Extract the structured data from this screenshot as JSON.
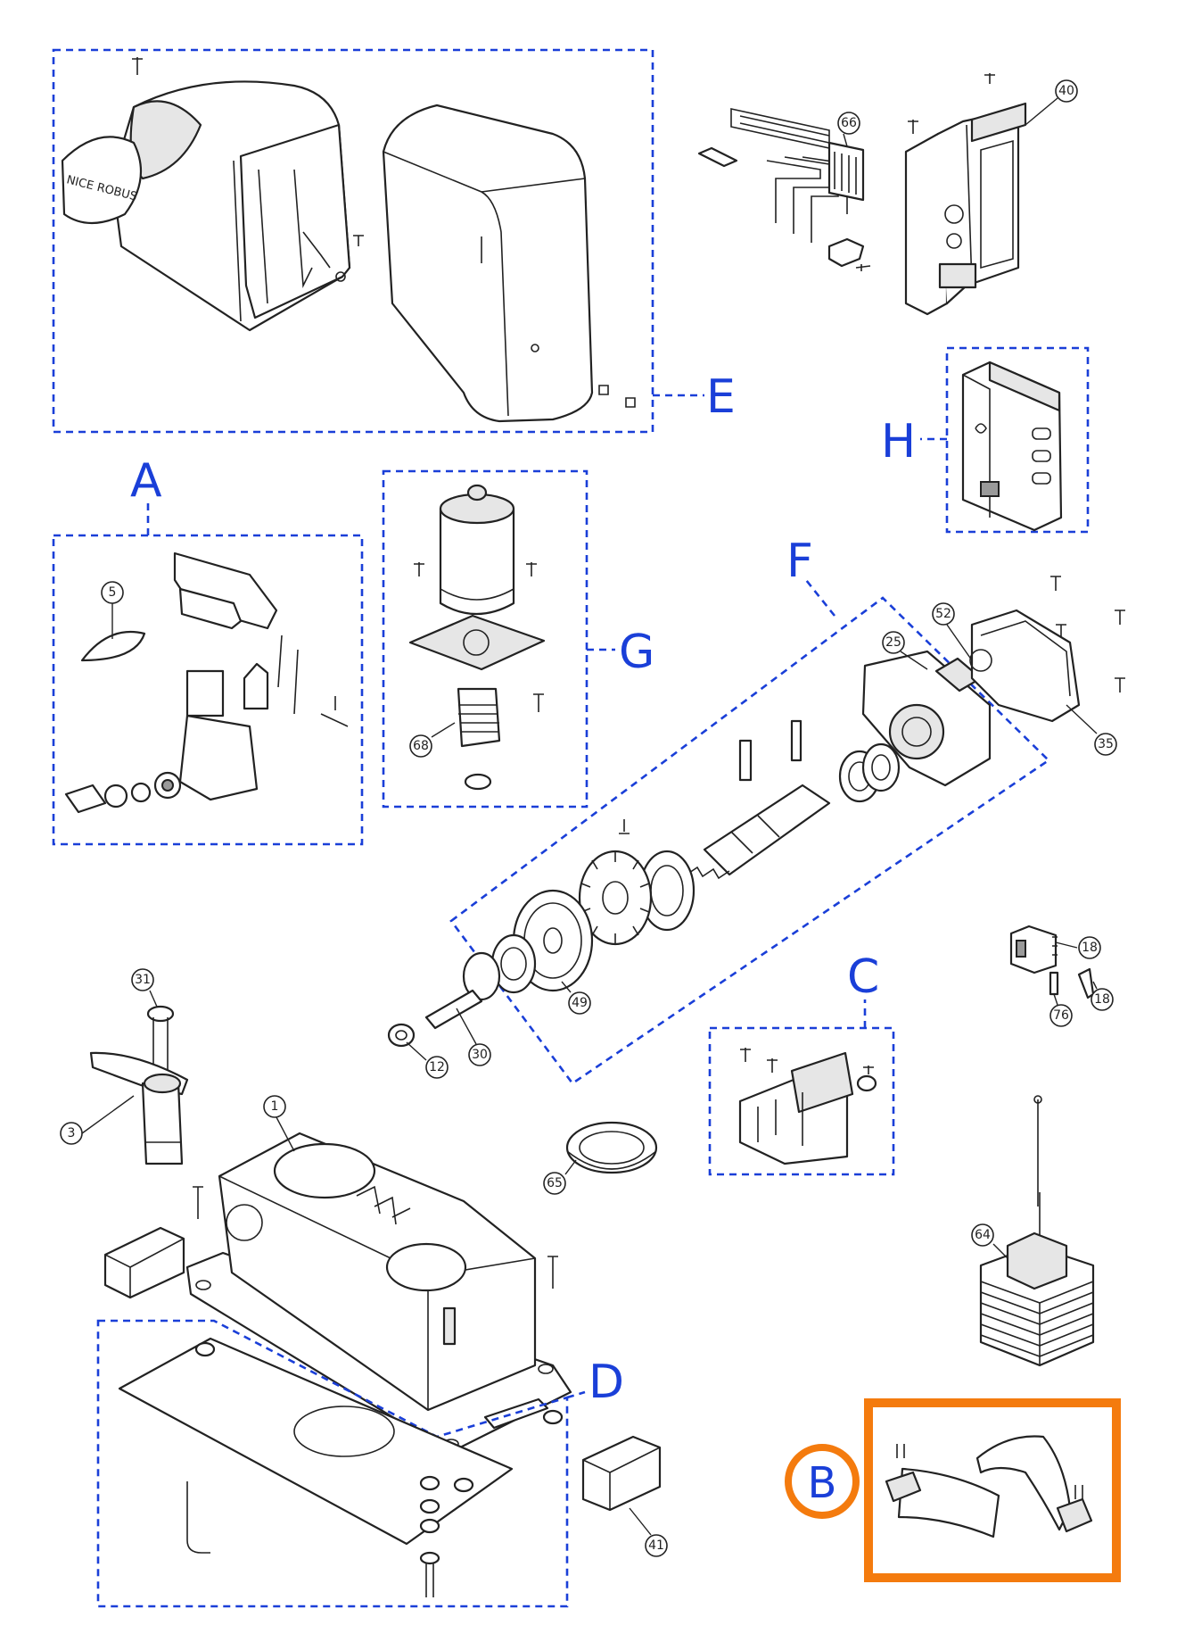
{
  "groups": {
    "A": "A",
    "B": "B",
    "C": "C",
    "D": "D",
    "E": "E",
    "F": "F",
    "G": "G",
    "H": "H"
  },
  "cover_text": "NICE ROBUS",
  "callouts": {
    "p1": "1",
    "p3": "3",
    "p5": "5",
    "p12": "12",
    "p18a": "18",
    "p18b": "18",
    "p25": "25",
    "p30": "30",
    "p31": "31",
    "p35": "35",
    "p40": "40",
    "p41": "41",
    "p49": "49",
    "p52": "52",
    "p64": "64",
    "p65": "65",
    "p66": "66",
    "p68": "68",
    "p76": "76"
  },
  "colors": {
    "group_outline": "#1a3fd8",
    "highlight": "#f47b0e"
  }
}
